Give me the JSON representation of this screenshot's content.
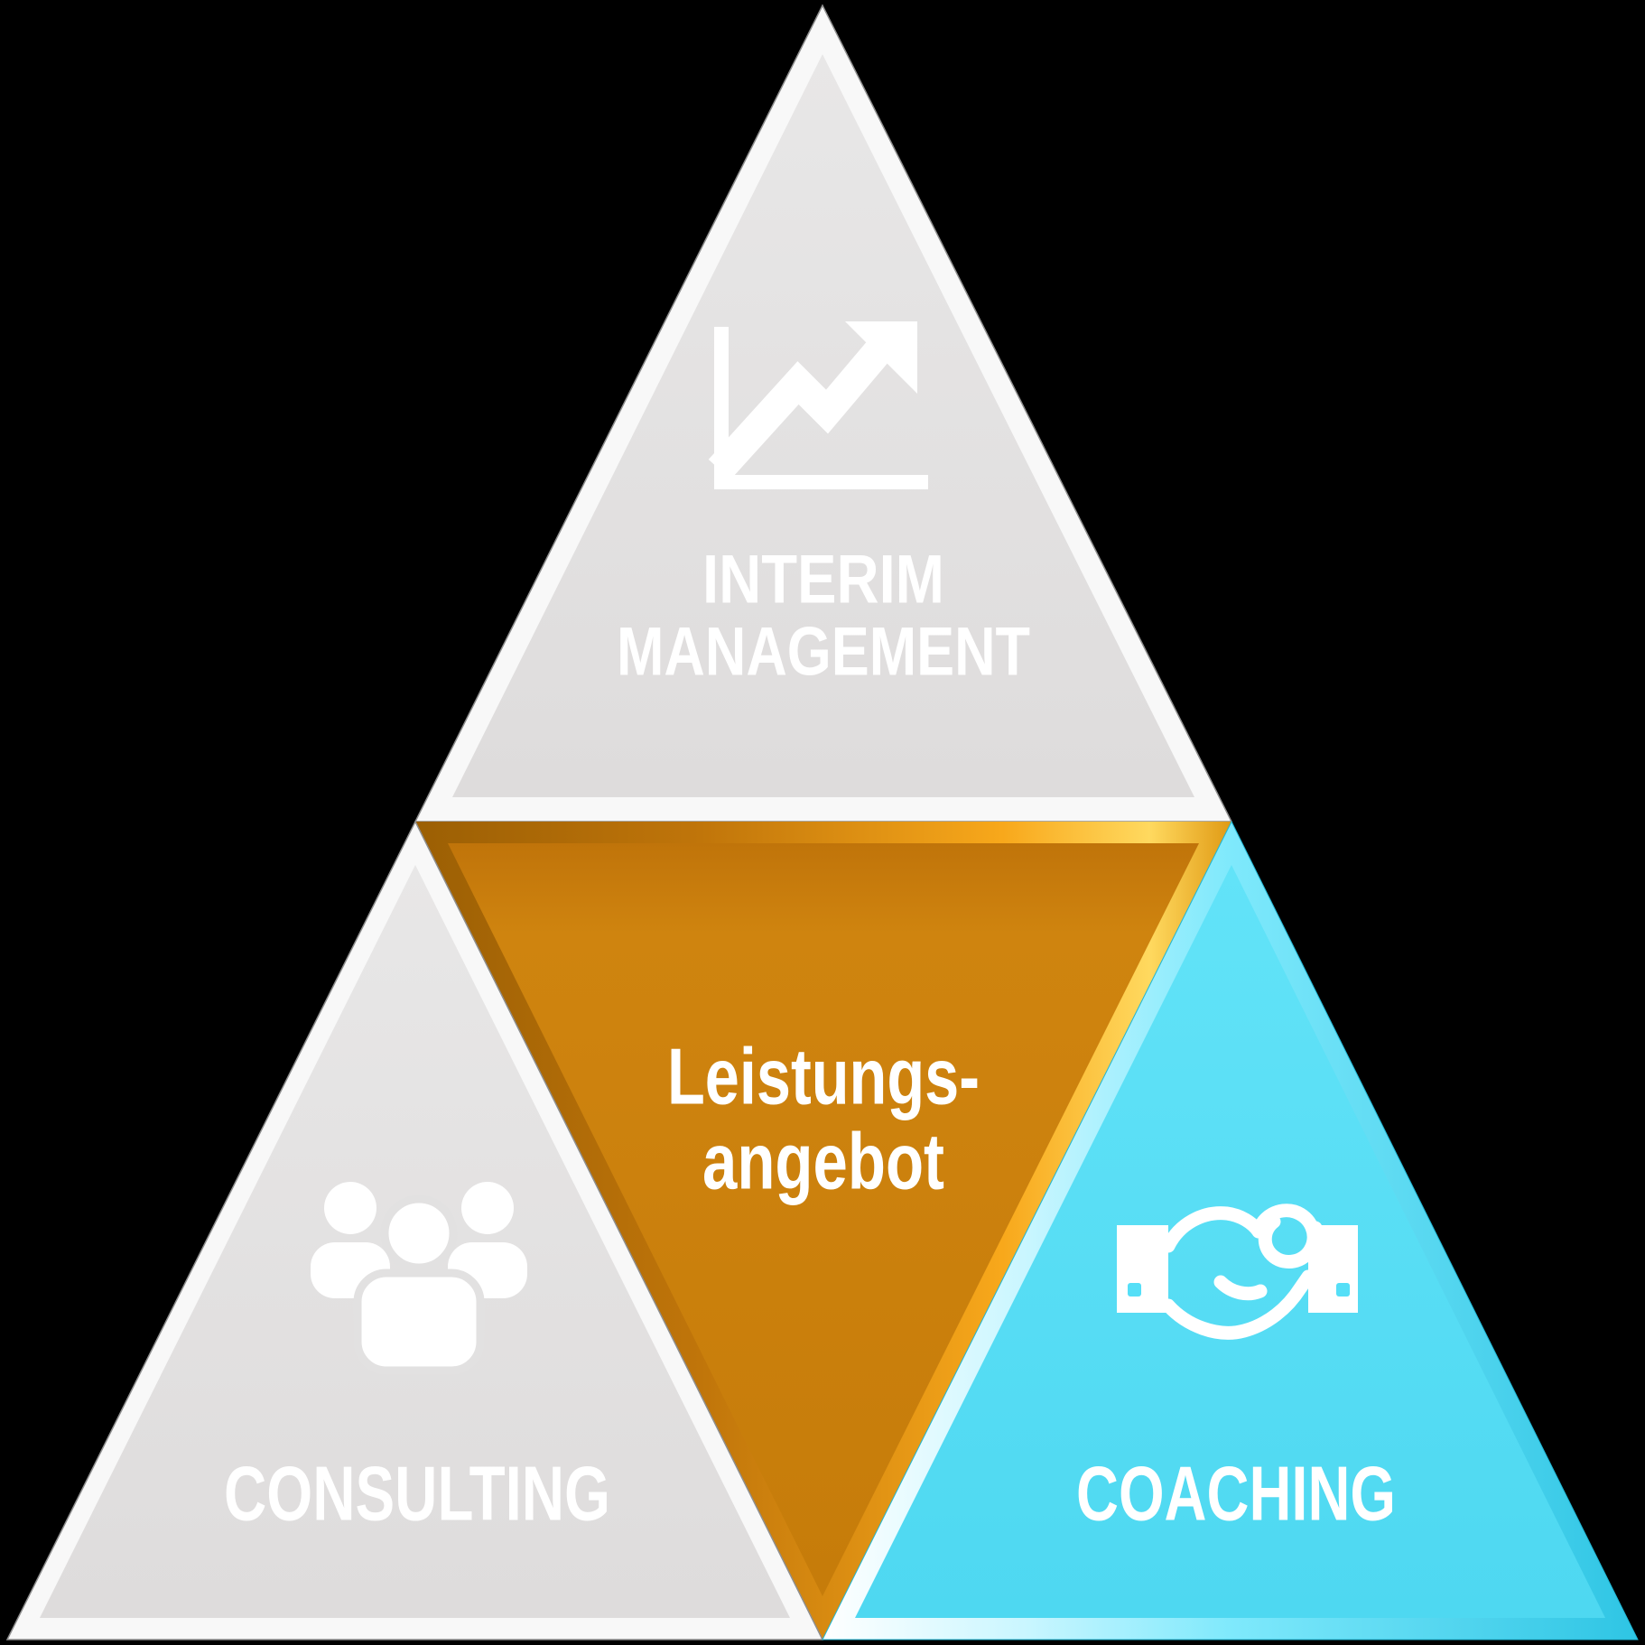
{
  "background_color": "#000000",
  "text_color": "#FFFFFF",
  "pyramid": {
    "top": {
      "line1": "INTERIM",
      "line2": "MANAGEMENT",
      "fill": "#E2E1E1",
      "bevel_color": "#FFFFFF",
      "icon": "line-chart"
    },
    "center": {
      "line1": "Leistungs-",
      "line2": "angebot",
      "fill": "#CE830E",
      "bevel_color": "#FFD95F"
    },
    "bottom_left": {
      "label": "CONSULTING",
      "fill": "#E2E1E1",
      "bevel_color": "#FFFFFF",
      "icon": "people-group"
    },
    "bottom_right": {
      "label": "COACHING",
      "fill": "#55DFF7",
      "bevel_color": "#C9F6FF",
      "icon": "handshake"
    }
  }
}
